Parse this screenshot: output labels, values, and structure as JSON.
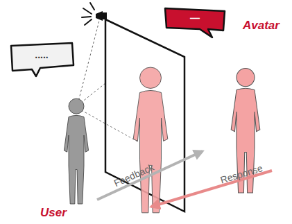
{
  "diagram": {
    "nodes": [
      {
        "text": [
          "....."
        ]
      },
      {
        "text": [
          "—"
        ]
      }
    ],
    "labels": [
      "Avatar",
      "User",
      "Feedback",
      "Response"
    ]
  }
}
